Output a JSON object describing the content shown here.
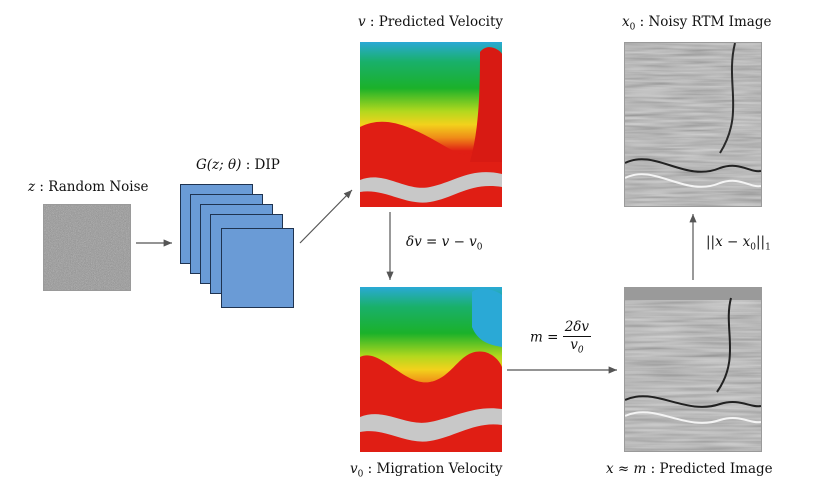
{
  "labels": {
    "noise_var": "z",
    "noise_text": " : Random Noise",
    "dip_func": "G(z; θ)",
    "dip_text": " : DIP",
    "pred_vel_var": "v",
    "pred_vel_text": " : Predicted Velocity",
    "mig_vel_var": "v",
    "mig_vel_sub": "0",
    "mig_vel_text": " : Migration Velocity",
    "noisy_img_var": "x",
    "noisy_img_sub": "0",
    "noisy_img_text": " : Noisy RTM Image",
    "pred_img_expr": "x ≈ m",
    "pred_img_text": " : Predicted Image"
  },
  "equations": {
    "delta_v": "δv = v − v",
    "delta_v_sub": "0",
    "m_lhs": "m =",
    "m_num": "2δv",
    "m_den": "v",
    "m_den_sub": "0",
    "loss": "||x − x",
    "loss_sub": "0",
    "loss_end": "||",
    "loss_norm": "1"
  },
  "colors": {
    "dip_fill": "#6a9bd6",
    "velocity_top": "#2aa9d6",
    "velocity_green": "#18b030",
    "velocity_yellow": "#f2d21c",
    "velocity_red": "#e01e14",
    "velocity_salt": "#c8c8c8",
    "seismic_gray": "#9c9c9c"
  }
}
